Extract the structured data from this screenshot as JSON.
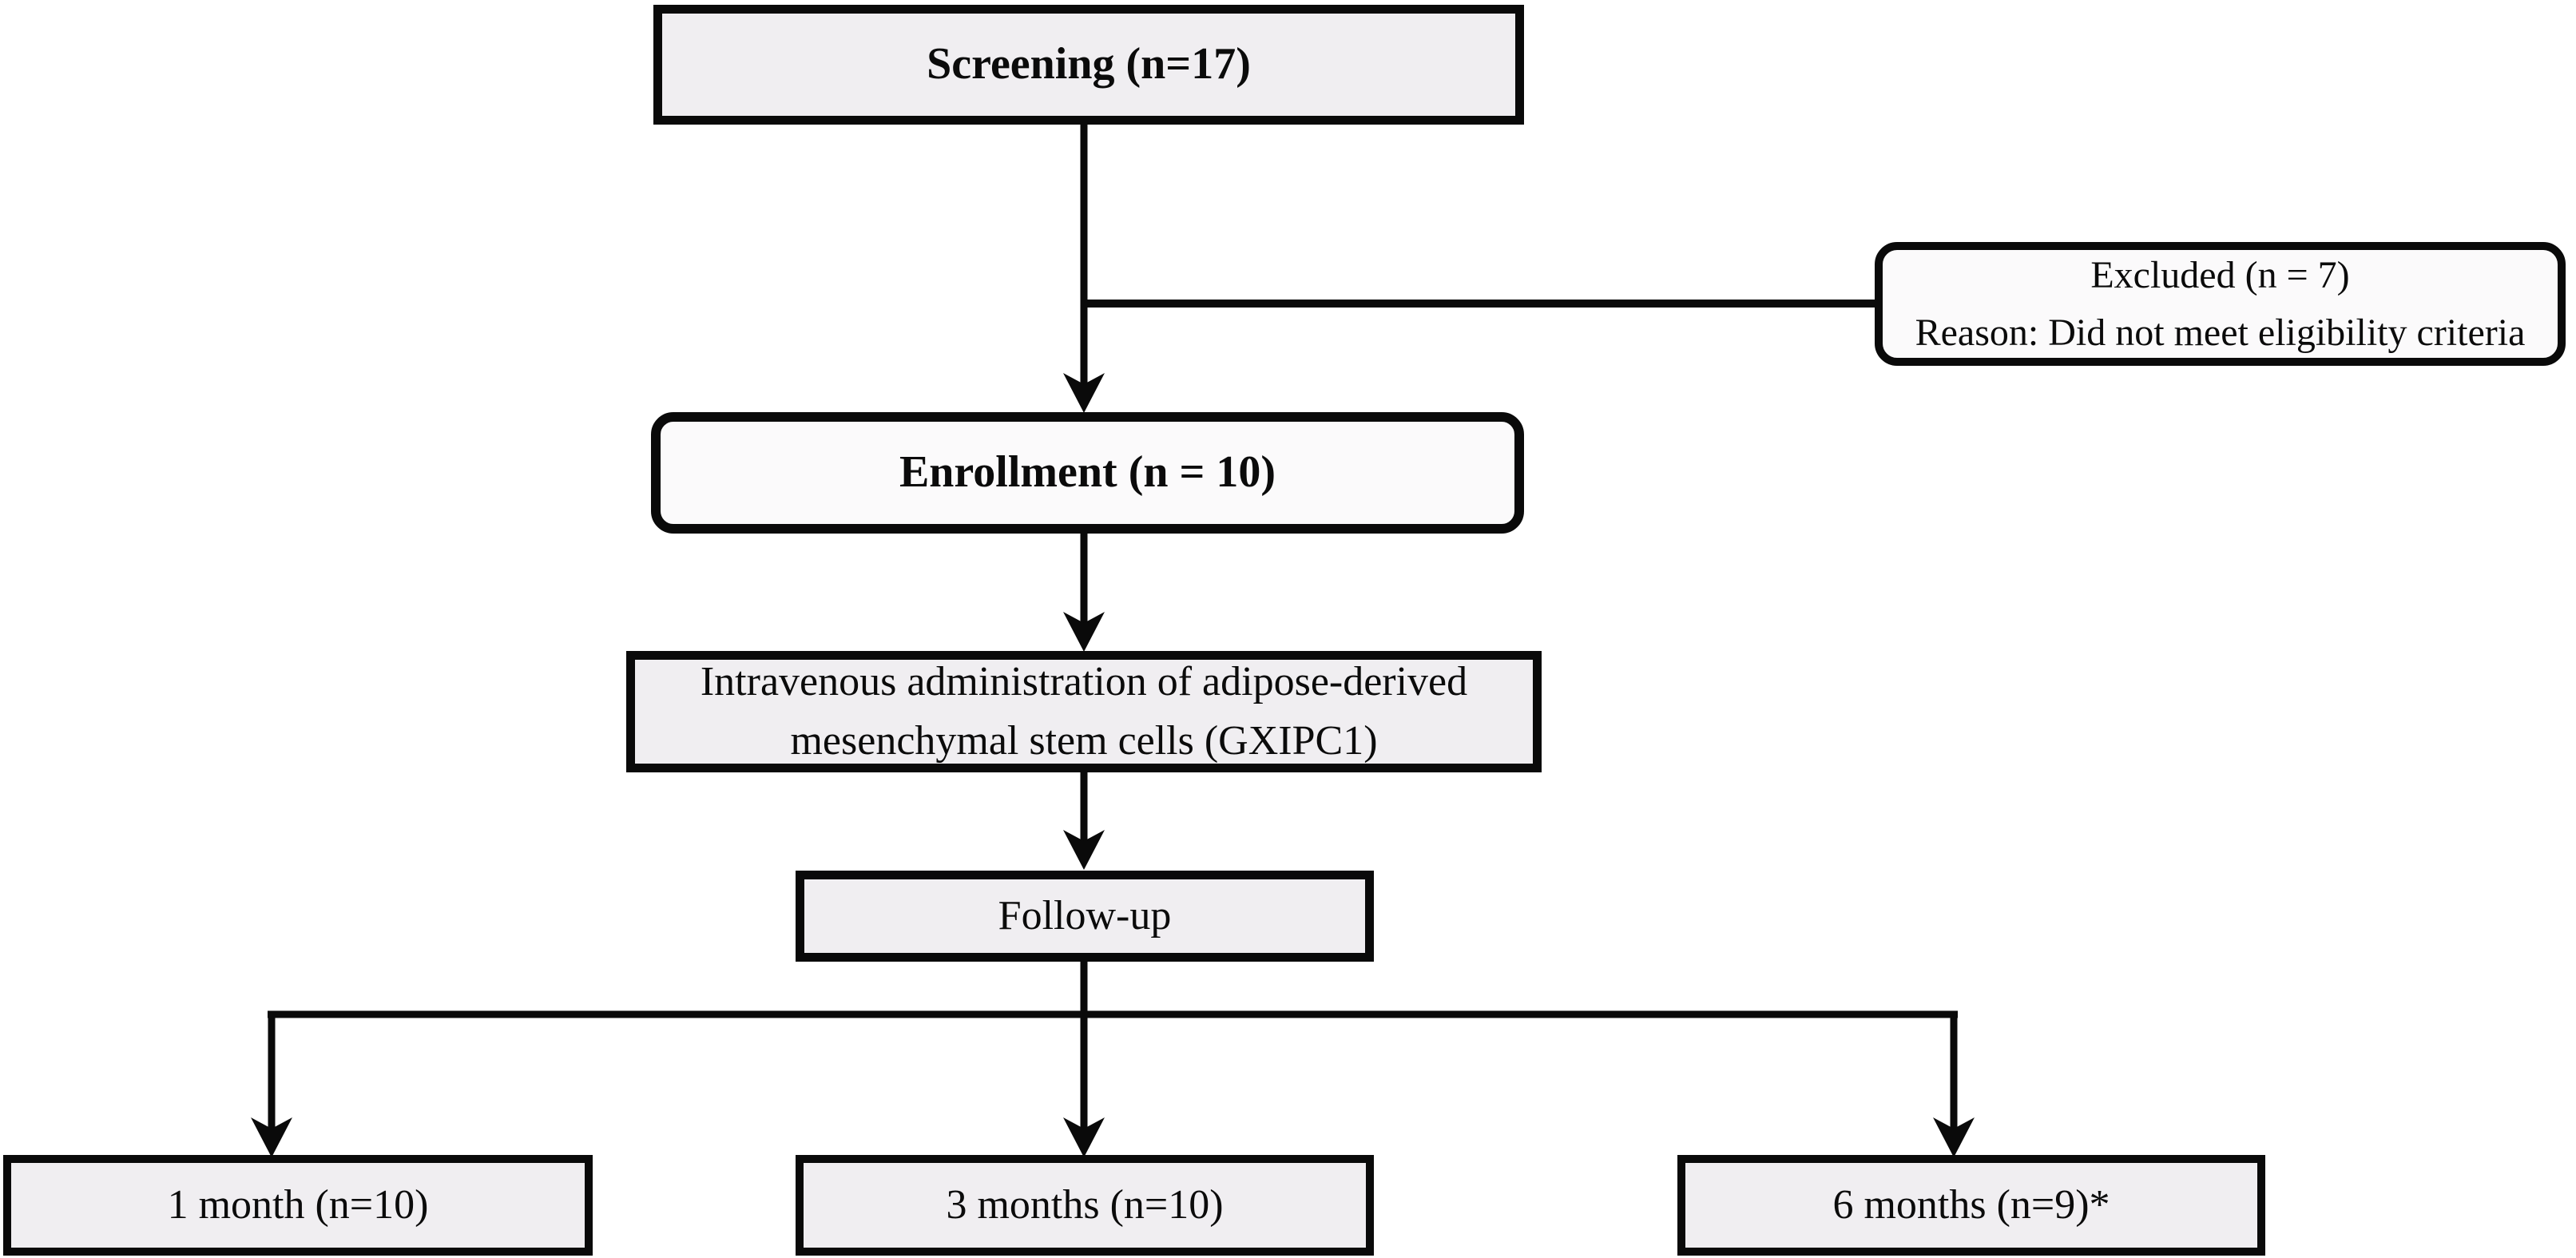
{
  "colors": {
    "fill_gray": "#f0eef1",
    "fill_light": "#fbfafb",
    "line_color": "#0a0a0a",
    "text_color": "#0b0b0b",
    "bg": "#ffffff"
  },
  "nodes": {
    "screening": {
      "label": "Screening (n=17)"
    },
    "excluded": {
      "line1": "Excluded (n = 7)",
      "line2": "Reason: Did not meet eligibility criteria"
    },
    "enrollment": {
      "label": "Enrollment (n = 10)"
    },
    "treatment": {
      "line1": "Intravenous administration of adipose-derived",
      "line2": "mesenchymal stem cells (GXIPC1)"
    },
    "followup": {
      "label": "Follow-up"
    },
    "month1": {
      "label": "1 month (n=10)"
    },
    "month3": {
      "label": "3 months (n=10)"
    },
    "month6": {
      "label": "6 months (n=9)*"
    }
  }
}
